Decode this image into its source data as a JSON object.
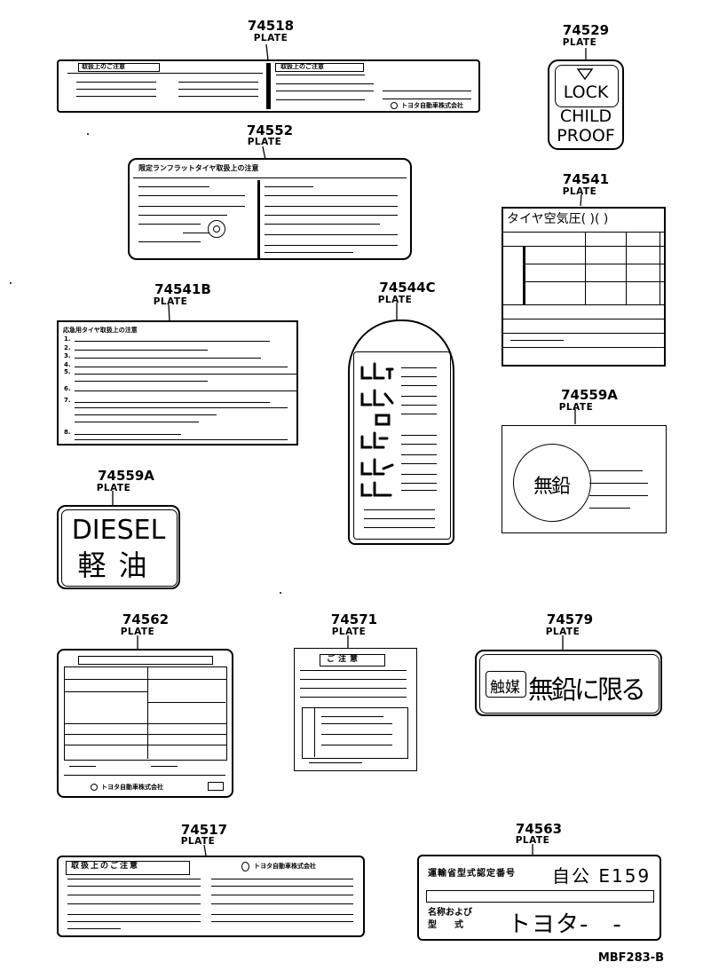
{
  "parts": [
    {
      "id": "p74518",
      "number": "74518",
      "label": "PLATE"
    },
    {
      "id": "p74529",
      "number": "74529",
      "label": "PLATE"
    },
    {
      "id": "p74552",
      "number": "74552",
      "label": "PLATE"
    },
    {
      "id": "p74541",
      "number": "74541",
      "label": "PLATE"
    },
    {
      "id": "p74541B",
      "number": "74541B",
      "label": "PLATE"
    },
    {
      "id": "p74544C",
      "number": "74544C",
      "label": "PLATE"
    },
    {
      "id": "p74559A_r",
      "number": "74559A",
      "label": "PLATE"
    },
    {
      "id": "p74559A_l",
      "number": "74559A",
      "label": "PLATE"
    },
    {
      "id": "p74562",
      "number": "74562",
      "label": "PLATE"
    },
    {
      "id": "p74571",
      "number": "74571",
      "label": "PLATE"
    },
    {
      "id": "p74579",
      "number": "74579",
      "label": "PLATE"
    },
    {
      "id": "p74517",
      "number": "74517",
      "label": "PLATE"
    },
    {
      "id": "p74563",
      "number": "74563",
      "label": "PLATE"
    }
  ],
  "plates": {
    "p74529": {
      "lock": "LOCK",
      "child": "CHILD",
      "proof": "PROOF"
    },
    "p74552": {
      "header": "限定ランフラットタイヤ取扱上の注意"
    },
    "p74541": {
      "header": "タイヤ空気圧(   )(   )"
    },
    "p74541B": {
      "header": "応急用タイヤ取扱上の注意",
      "items": [
        "1.",
        "2.",
        "3.",
        "4.",
        "5.",
        "6.",
        "7.",
        "8."
      ]
    },
    "p74559A_l": {
      "line1": "DIESEL",
      "line2": "軽油"
    },
    "p74559A_r": {
      "circle": "無鉛"
    },
    "p74579": {
      "box": "触媒",
      "text": "無鉛に限る"
    },
    "p74571": {
      "header": "ご注意"
    },
    "p74517": {
      "header": "取扱上のご注意",
      "maker": "トヨタ自動車株式会社"
    },
    "p74518": {
      "header_left": "取扱上のご注意",
      "header_right": "取扱上のご注意",
      "maker": "トヨタ自動車株式会社"
    },
    "p74562": {
      "maker": "トヨタ自動車株式会社"
    },
    "p74563": {
      "row1_label": "運輸省型式認定番号",
      "row1_value": "自公 E159",
      "row2_label_a": "名称および",
      "row2_label_b": "型　　式",
      "row2_value": "トヨタ-　-"
    }
  },
  "footer": "MBF283-B"
}
